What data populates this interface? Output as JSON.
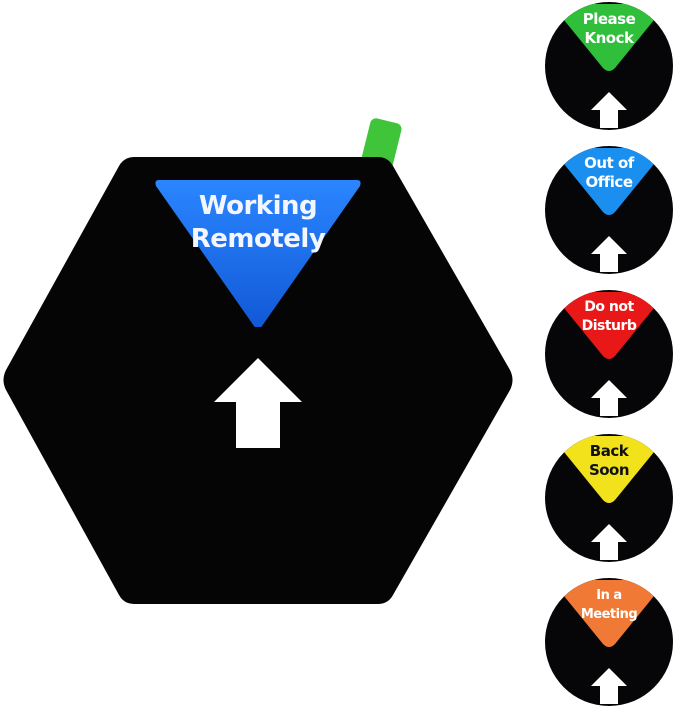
{
  "main_sign": {
    "label_line1": "Working",
    "label_line2": "Remotely",
    "window_color": "#1a6fe8",
    "tab_color": "#3fc43a"
  },
  "variants": [
    {
      "line1": "Please",
      "line2": "Knock",
      "color": "#2fbf3a",
      "text_color": "#ffffff"
    },
    {
      "line1": "Out of",
      "line2": "Office",
      "color": "#1b8ff0",
      "text_color": "#ffffff"
    },
    {
      "line1": "Do not",
      "line2": "Disturb",
      "color": "#e81818",
      "text_color": "#ffffff"
    },
    {
      "line1": "Back",
      "line2": "Soon",
      "color": "#f2e21b",
      "text_color": "#111111"
    },
    {
      "line1": "In a",
      "line2": "Meeting",
      "color": "#f07a35",
      "text_color": "#ffffff"
    }
  ]
}
